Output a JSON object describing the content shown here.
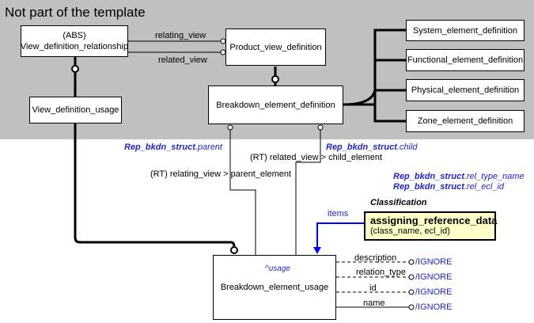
{
  "region": {
    "title": "Not part of the template"
  },
  "boxes": {
    "vdr_line1": "(ABS)",
    "vdr_line2": "View_definition_relationship",
    "pvd": "Product_view_definition",
    "vdu": "View_definition_usage",
    "bed": "Breakdown_element_definition",
    "sys": "System_element_definition",
    "fun": "Functional_element_definition",
    "phy": "Physical_element_definition",
    "zon": "Zone_element_definition",
    "beu_tag": "^usage",
    "beu": "Breakdown_element_usage"
  },
  "relations": {
    "relating_view": "relating_view",
    "related_view": "related_view",
    "rt_related": "(RT) related_view > child_element",
    "rt_relating": "(RT) relating_view > parent_element",
    "items": "items"
  },
  "refs": {
    "parent_prefix": "Rep_bkdn_struct",
    "parent_suffix": ".parent",
    "child_prefix": "Rep_bkdn_struct",
    "child_suffix": ".child",
    "rel_type_prefix": "Rep_bkdn_struct",
    "rel_type_suffix": ".rel_type_name",
    "rel_ecl_prefix": "Rep_bkdn_struct",
    "rel_ecl_suffix": ".rel_ecl_id"
  },
  "classification": {
    "label": "Classification",
    "entity": "assigning_reference_data",
    "attributes": "(class_name, ecl_id)"
  },
  "attributes": [
    {
      "name": "description",
      "target": "/IGNORE"
    },
    {
      "name": "relation_type",
      "target": "/IGNORE"
    },
    {
      "name": "id",
      "target": "/IGNORE"
    },
    {
      "name": "name",
      "target": "/IGNORE"
    }
  ]
}
